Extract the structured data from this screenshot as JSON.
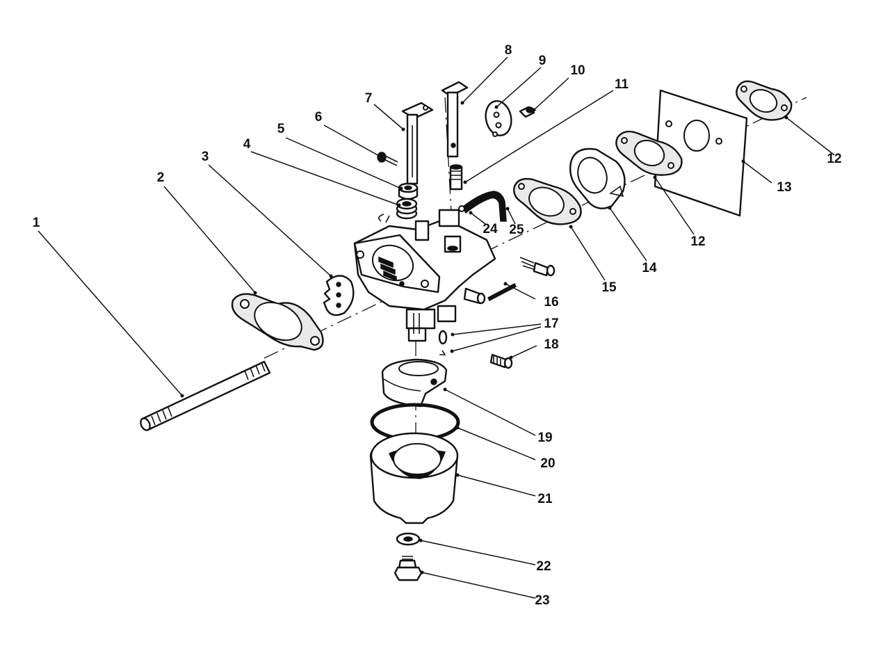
{
  "callouts": [
    {
      "id": "c1",
      "label": "1"
    },
    {
      "id": "c2",
      "label": "2"
    },
    {
      "id": "c3",
      "label": "3"
    },
    {
      "id": "c4",
      "label": "4"
    },
    {
      "id": "c5",
      "label": "5"
    },
    {
      "id": "c6",
      "label": "6"
    },
    {
      "id": "c7",
      "label": "7"
    },
    {
      "id": "c8",
      "label": "8"
    },
    {
      "id": "c9",
      "label": "9"
    },
    {
      "id": "c10",
      "label": "10"
    },
    {
      "id": "c11",
      "label": "11"
    },
    {
      "id": "c12a",
      "label": "12"
    },
    {
      "id": "c12b",
      "label": "12"
    },
    {
      "id": "c13",
      "label": "13"
    },
    {
      "id": "c14",
      "label": "14"
    },
    {
      "id": "c15",
      "label": "15"
    },
    {
      "id": "c16",
      "label": "16"
    },
    {
      "id": "c17",
      "label": "17"
    },
    {
      "id": "c18",
      "label": "18"
    },
    {
      "id": "c19",
      "label": "19"
    },
    {
      "id": "c20",
      "label": "20"
    },
    {
      "id": "c21",
      "label": "21"
    },
    {
      "id": "c22",
      "label": "22"
    },
    {
      "id": "c23",
      "label": "23"
    },
    {
      "id": "c24",
      "label": "24"
    },
    {
      "id": "c25",
      "label": "25"
    }
  ]
}
